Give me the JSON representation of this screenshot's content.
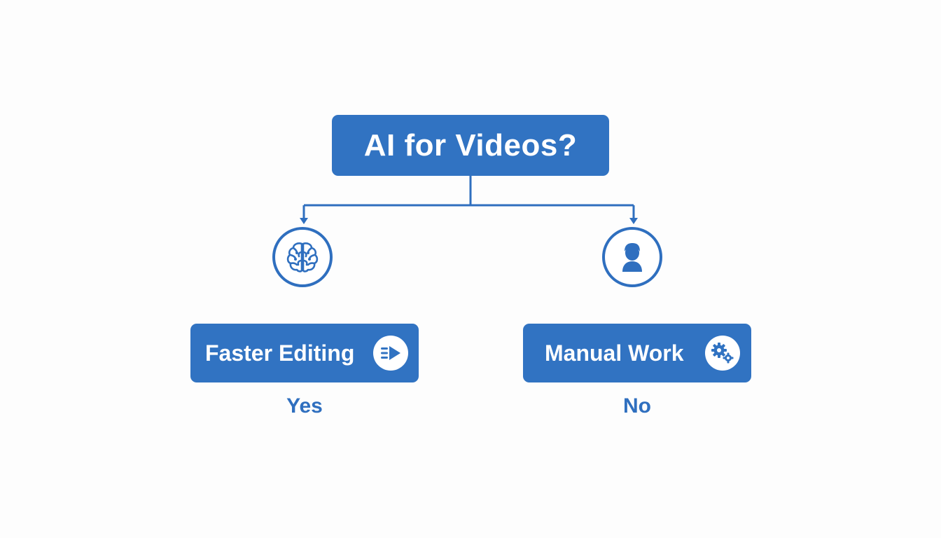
{
  "root": {
    "title": "AI for Videos?"
  },
  "branches": [
    {
      "icon": "brain-icon",
      "option_label": "Faster Editing",
      "option_icon": "fast-forward-icon",
      "answer": "Yes"
    },
    {
      "icon": "person-icon",
      "option_label": "Manual Work",
      "option_icon": "gears-icon",
      "answer": "No"
    }
  ],
  "colors": {
    "primary": "#3173c2",
    "line": "#2f6fbf",
    "background": "#fdfdfd",
    "text_on_primary": "#ffffff"
  }
}
